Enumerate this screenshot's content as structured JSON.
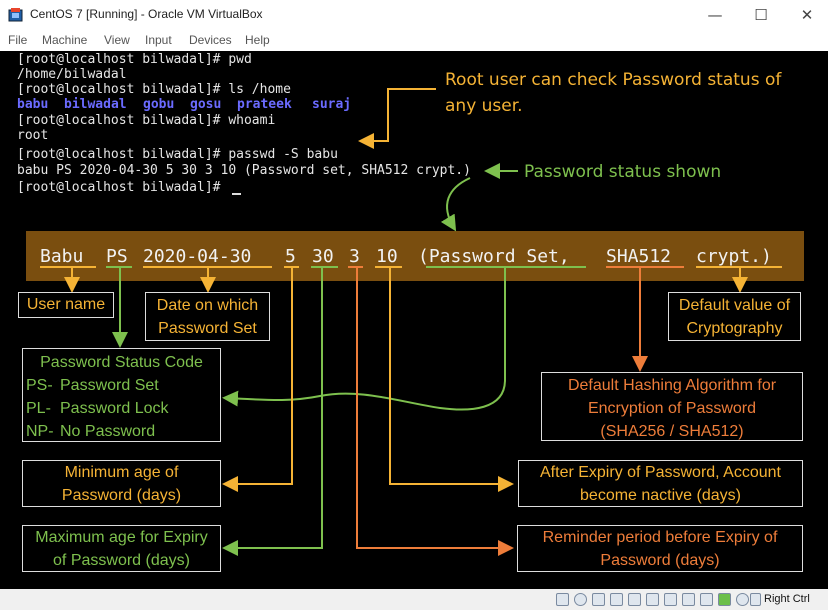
{
  "window": {
    "title": "CentOS 7 [Running] - Oracle VM VirtualBox",
    "minimize": "—",
    "maximize": "☐",
    "close": "✕"
  },
  "menu": [
    "File",
    "Machine",
    "View",
    "Input",
    "Devices",
    "Help"
  ],
  "terminal": {
    "lines": [
      "[root@localhost bilwadal]# pwd",
      "/home/bilwadal",
      "[root@localhost bilwadal]# ls /home",
      "",
      "[root@localhost bilwadal]# whoami",
      "root",
      "[root@localhost bilwadal]# passwd -S babu",
      "babu PS 2020-04-30 5 30 3 10 (Password set, SHA512 crypt.)",
      "[root@localhost bilwadal]# "
    ],
    "ls_output": [
      "babu",
      "bilwadal",
      "gobu",
      "gosu",
      "prateek",
      "suraj"
    ]
  },
  "callouts": {
    "root_check": [
      "Root user can check Password status of",
      "any user."
    ],
    "status_shown": "Password status shown"
  },
  "band": {
    "fields": [
      "Babu",
      "PS",
      "2020-04-30",
      "5",
      "30",
      "3",
      "10",
      "(Password Set,",
      "SHA512",
      "crypt.)"
    ]
  },
  "labels": {
    "user_name": "User name",
    "date_set": [
      "Date on which",
      "Password Set"
    ],
    "default_crypto": [
      "Default value of",
      "Cryptography"
    ],
    "status_code": {
      "title": "Password Status Code",
      "rows": [
        {
          "code": "PS-",
          "desc": "Password Set"
        },
        {
          "code": "PL-",
          "desc": "Password Lock"
        },
        {
          "code": "NP-",
          "desc": "No Password"
        }
      ]
    },
    "hash_algo": [
      "Default Hashing Algorithm for",
      "Encryption of Password",
      "(SHA256 / SHA512)"
    ],
    "min_age": [
      "Minimum age of",
      "Password (days)"
    ],
    "inactive": [
      "After Expiry of Password, Account",
      "become nactive (days)"
    ],
    "max_age": [
      "Maximum age for Expiry",
      "of Password (days)"
    ],
    "reminder": [
      "Reminder period before Expiry of",
      "Password (days)"
    ]
  },
  "statusbar": {
    "right_ctrl": "Right Ctrl"
  },
  "colors": {
    "orange": "#f5b335",
    "green": "#7ec04e",
    "red_orange": "#ee7d3a",
    "band": "#7a4e0f",
    "ls_blue": "#6b6bff"
  }
}
